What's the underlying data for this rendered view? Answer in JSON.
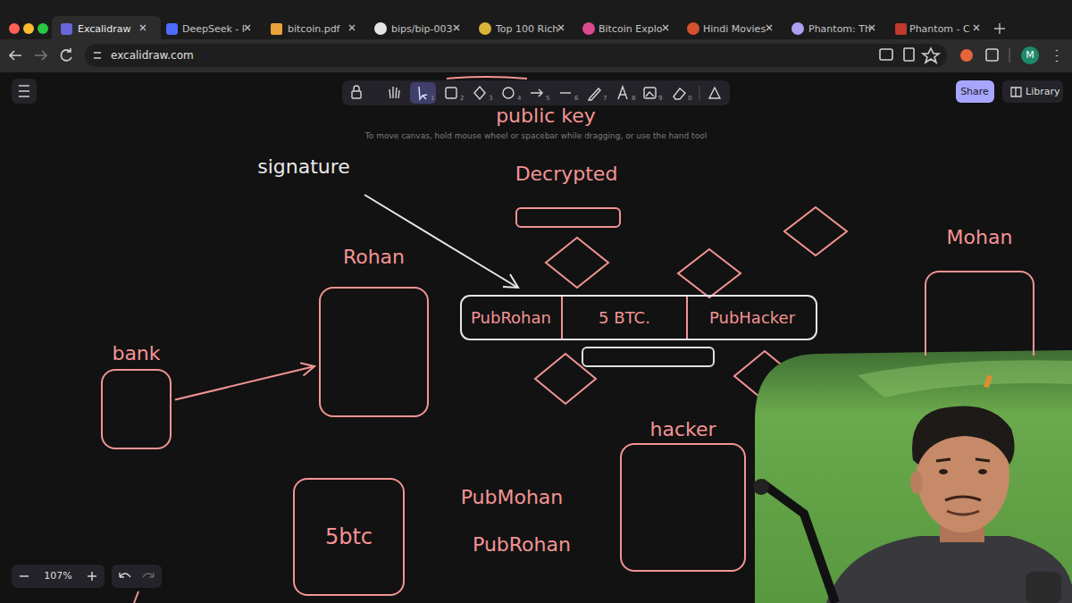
{
  "diagram": {
    "nodes": [
      {
        "text": [
          "Mohan"
        ]
      },
      {
        "text": [
          "Rohan"
        ]
      },
      {
        "text": [
          "PubRohan",
          "5 BTC.",
          "PubHacker"
        ]
      },
      {
        "text": [
          "bank"
        ]
      },
      {
        "text": [
          "hacker"
        ]
      },
      {
        "text": [
          "5btc"
        ]
      }
    ],
    "edges": [
      {
        "from": 3,
        "to": 1,
        "arrow": "to"
      }
    ],
    "labels": [
      "Excalidraw",
      "DeepSeek - I",
      "bitcoin.pdf",
      "bips/bip-003",
      "Top 100 Rich",
      "Bitcoin Explo",
      "Hindi Movies",
      "Phantom: Th",
      "Phantom - C",
      "excalidraw.com",
      "M",
      "Share",
      "Library",
      "public key",
      "To move canvas, hold mouse wheel or spacebar while dragging, or use the hand tool",
      "signature",
      "Decrypted",
      "PubMohan",
      "PubRohan",
      "107%",
      "1",
      "2",
      "3",
      "4",
      "5",
      "6",
      "7",
      "8",
      "9",
      "0"
    ]
  }
}
